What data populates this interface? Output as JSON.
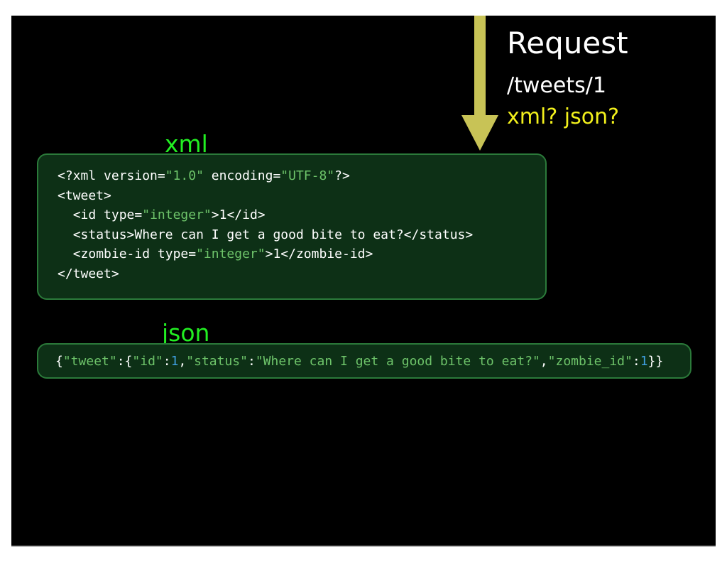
{
  "request": {
    "title": "Request",
    "path": "/tweets/1",
    "formats": "xml?  json?"
  },
  "colors": {
    "background": "#000000",
    "arrow": "#c8c356",
    "label_green": "#22ee22",
    "box_fill": "#0d3016",
    "box_border": "#2b7a3a",
    "string_green": "#6ec46a",
    "number_blue": "#3f9fe0",
    "formats_yellow": "#f2f01c"
  },
  "xml_section": {
    "label": "xml",
    "lines": [
      {
        "indent": "",
        "tokens": [
          {
            "t": "<?xml version=",
            "k": "p"
          },
          {
            "t": "\"1.0\"",
            "k": "s"
          },
          {
            "t": " encoding=",
            "k": "p"
          },
          {
            "t": "\"UTF-8\"",
            "k": "s"
          },
          {
            "t": "?>",
            "k": "p"
          }
        ]
      },
      {
        "indent": "",
        "tokens": [
          {
            "t": "<tweet>",
            "k": "p"
          }
        ]
      },
      {
        "indent": "  ",
        "tokens": [
          {
            "t": "<id type=",
            "k": "p"
          },
          {
            "t": "\"integer\"",
            "k": "s"
          },
          {
            "t": ">1</id>",
            "k": "p"
          }
        ]
      },
      {
        "indent": "  ",
        "tokens": [
          {
            "t": "<status>Where can I get a good bite to eat?</status>",
            "k": "p"
          }
        ]
      },
      {
        "indent": "  ",
        "tokens": [
          {
            "t": "<zombie-id type=",
            "k": "p"
          },
          {
            "t": "\"integer\"",
            "k": "s"
          },
          {
            "t": ">1</zombie-id>",
            "k": "p"
          }
        ]
      },
      {
        "indent": "",
        "tokens": [
          {
            "t": "</tweet>",
            "k": "p"
          }
        ]
      }
    ]
  },
  "json_section": {
    "label": "json",
    "tokens": [
      {
        "t": "{",
        "k": "p"
      },
      {
        "t": "\"tweet\"",
        "k": "s"
      },
      {
        "t": ":{",
        "k": "p"
      },
      {
        "t": "\"id\"",
        "k": "s"
      },
      {
        "t": ":",
        "k": "p"
      },
      {
        "t": "1",
        "k": "n"
      },
      {
        "t": ",",
        "k": "p"
      },
      {
        "t": "\"status\"",
        "k": "s"
      },
      {
        "t": ":",
        "k": "p"
      },
      {
        "t": "\"Where can I get a good bite to eat?\"",
        "k": "s"
      },
      {
        "t": ",",
        "k": "p"
      },
      {
        "t": "\"zombie_id\"",
        "k": "s"
      },
      {
        "t": ":",
        "k": "p"
      },
      {
        "t": "1",
        "k": "n"
      },
      {
        "t": "}}",
        "k": "p"
      }
    ]
  }
}
